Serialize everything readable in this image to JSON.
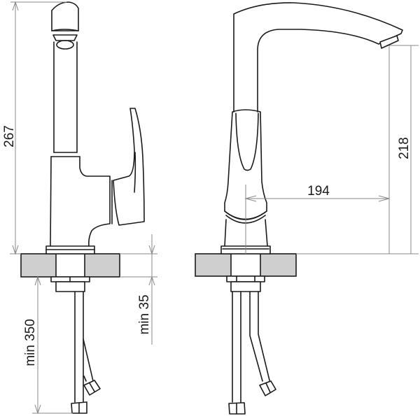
{
  "drawing": {
    "title": "Faucet dimension drawing",
    "views": [
      "side-view",
      "front-view"
    ],
    "colors": {
      "outline": "#1a1a1a",
      "dimension_line": "#8a8a8a",
      "countertop_fill": "#cfcfcf",
      "background": "#ffffff"
    }
  },
  "dimensions": {
    "total_height": {
      "label": "267",
      "unit": "mm"
    },
    "spout_height": {
      "label": "218",
      "unit": "mm"
    },
    "spout_reach": {
      "label": "194",
      "unit": "mm"
    },
    "hose_length": {
      "label": "min 350",
      "unit": "mm"
    },
    "countertop_thickness": {
      "label": "min 35",
      "unit": "mm"
    }
  }
}
